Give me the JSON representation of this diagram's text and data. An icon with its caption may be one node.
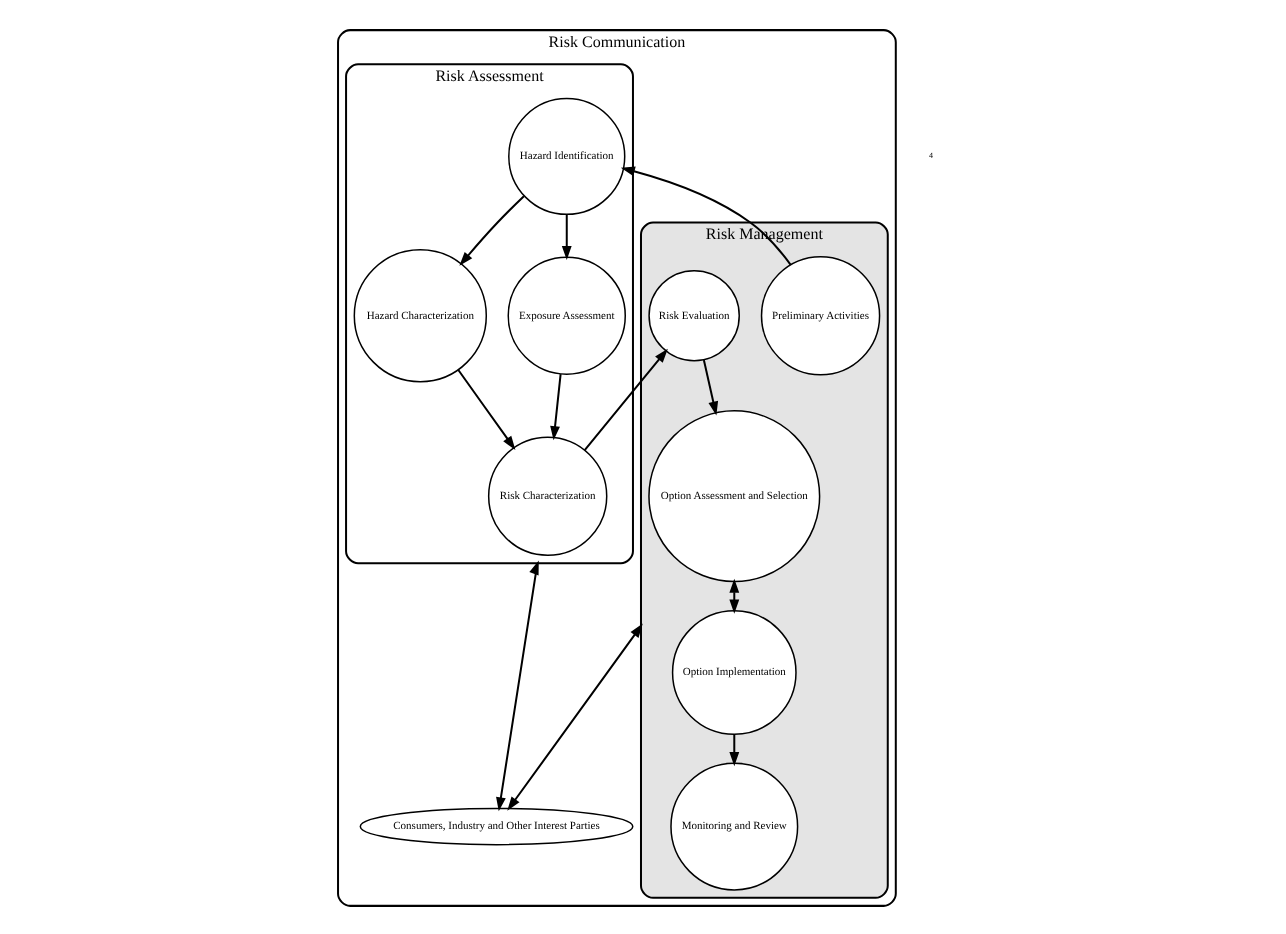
{
  "diagram": {
    "nodes": [
      {
        "text": [
          "Risk Communication"
        ]
      },
      {
        "text": [
          "Risk Management"
        ],
        "in": 0
      },
      {
        "text": [
          "Preliminary Activities"
        ],
        "in": 1
      },
      {
        "text": [
          "Monitoring and Review"
        ],
        "in": 1
      },
      {
        "text": [
          "Option Implementation"
        ],
        "in": 1
      },
      {
        "text": [
          "Risk Evaluation"
        ],
        "in": 1
      },
      {
        "text": [
          "Option Assessment and Selection"
        ],
        "in": 1
      },
      {
        "text": [
          "Risk Assessment"
        ],
        "in": 0
      },
      {
        "text": [
          "Hazard Identification"
        ],
        "in": 7
      },
      {
        "text": [
          "Hazard Characterization"
        ],
        "in": 7
      },
      {
        "text": [
          "Exposure Assessment"
        ],
        "in": 7
      },
      {
        "text": [
          "Risk Characterization"
        ],
        "in": 7
      },
      {
        "text": [
          "Consumers, Industry and Other Interest Parties"
        ],
        "in": 0
      }
    ],
    "edges": [
      {
        "from": 2,
        "to": 8,
        "arrow": "to"
      },
      {
        "from": 8,
        "to": 9,
        "arrow": "to"
      },
      {
        "from": 8,
        "to": 10,
        "arrow": "to"
      },
      {
        "from": 9,
        "to": 11,
        "arrow": "to"
      },
      {
        "from": 10,
        "to": 11,
        "arrow": "to"
      },
      {
        "from": 11,
        "to": 5,
        "arrow": "to"
      },
      {
        "from": 5,
        "to": 6,
        "arrow": "to"
      },
      {
        "from": 6,
        "to": 4,
        "arrow": "both"
      },
      {
        "from": 4,
        "to": 3,
        "arrow": "to"
      },
      {
        "from": 12,
        "to": 1,
        "arrow": "both"
      },
      {
        "from": 12,
        "to": 7,
        "arrow": "both"
      }
    ],
    "labels": [
      "4"
    ]
  }
}
